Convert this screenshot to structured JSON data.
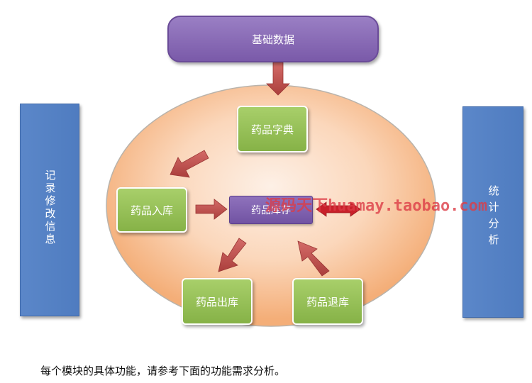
{
  "nodes": {
    "basic_data": "基础数据",
    "drug_dictionary": "药品字典",
    "drug_inbound": "药品入库",
    "drug_inventory": "药品库存",
    "drug_outbound": "药品出库",
    "drug_return": "药品退库",
    "record_modify": "记录修改信息",
    "statistics": "统计分析"
  },
  "watermark": "源码天下huamay.taobao.com",
  "caption": "每个模块的具体功能，请参考下面的功能需求分析。",
  "colors": {
    "ellipse_inner": "#fbe3d2",
    "ellipse_outer": "#f5b37e",
    "purple": "#7f5fae",
    "green": "#94bf56",
    "side_blue": "#5181c4",
    "arrow": "#c0504d"
  }
}
